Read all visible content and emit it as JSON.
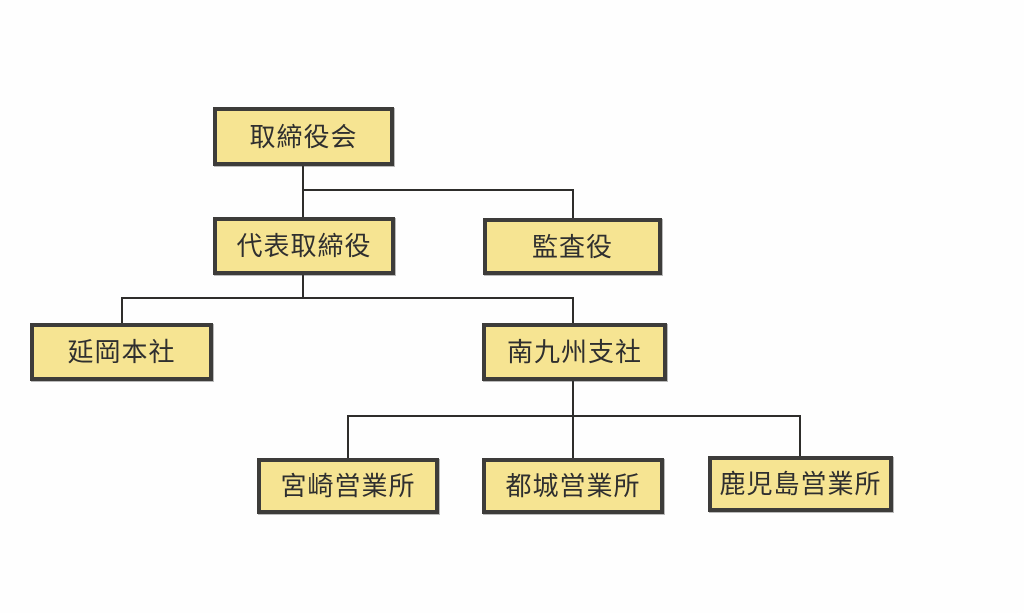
{
  "diagram": {
    "kind": "organization-chart",
    "language": "ja",
    "nodes": {
      "board": {
        "label": "取締役会"
      },
      "representative_director": {
        "label": "代表取締役"
      },
      "auditor": {
        "label": "監査役"
      },
      "nobeoka_head_office": {
        "label": "延岡本社"
      },
      "minami_kyushu_branch": {
        "label": "南九州支社"
      },
      "miyazaki_sales_office": {
        "label": "宮崎営業所"
      },
      "miyakonojo_sales_office": {
        "label": "都城営業所"
      },
      "kagoshima_sales_office": {
        "label": "鹿児島営業所"
      }
    },
    "edges": [
      {
        "from": "board",
        "to": "representative_director"
      },
      {
        "from": "board",
        "to": "auditor"
      },
      {
        "from": "representative_director",
        "to": "nobeoka_head_office"
      },
      {
        "from": "representative_director",
        "to": "minami_kyushu_branch"
      },
      {
        "from": "minami_kyushu_branch",
        "to": "miyazaki_sales_office"
      },
      {
        "from": "minami_kyushu_branch",
        "to": "miyakonojo_sales_office"
      },
      {
        "from": "minami_kyushu_branch",
        "to": "kagoshima_sales_office"
      }
    ],
    "colors": {
      "box_fill": "#f6e492",
      "box_border": "#3d3c3a",
      "connector_line": "#2e2d2b",
      "text": "#2f2f2f",
      "background": "#fefefe"
    }
  }
}
